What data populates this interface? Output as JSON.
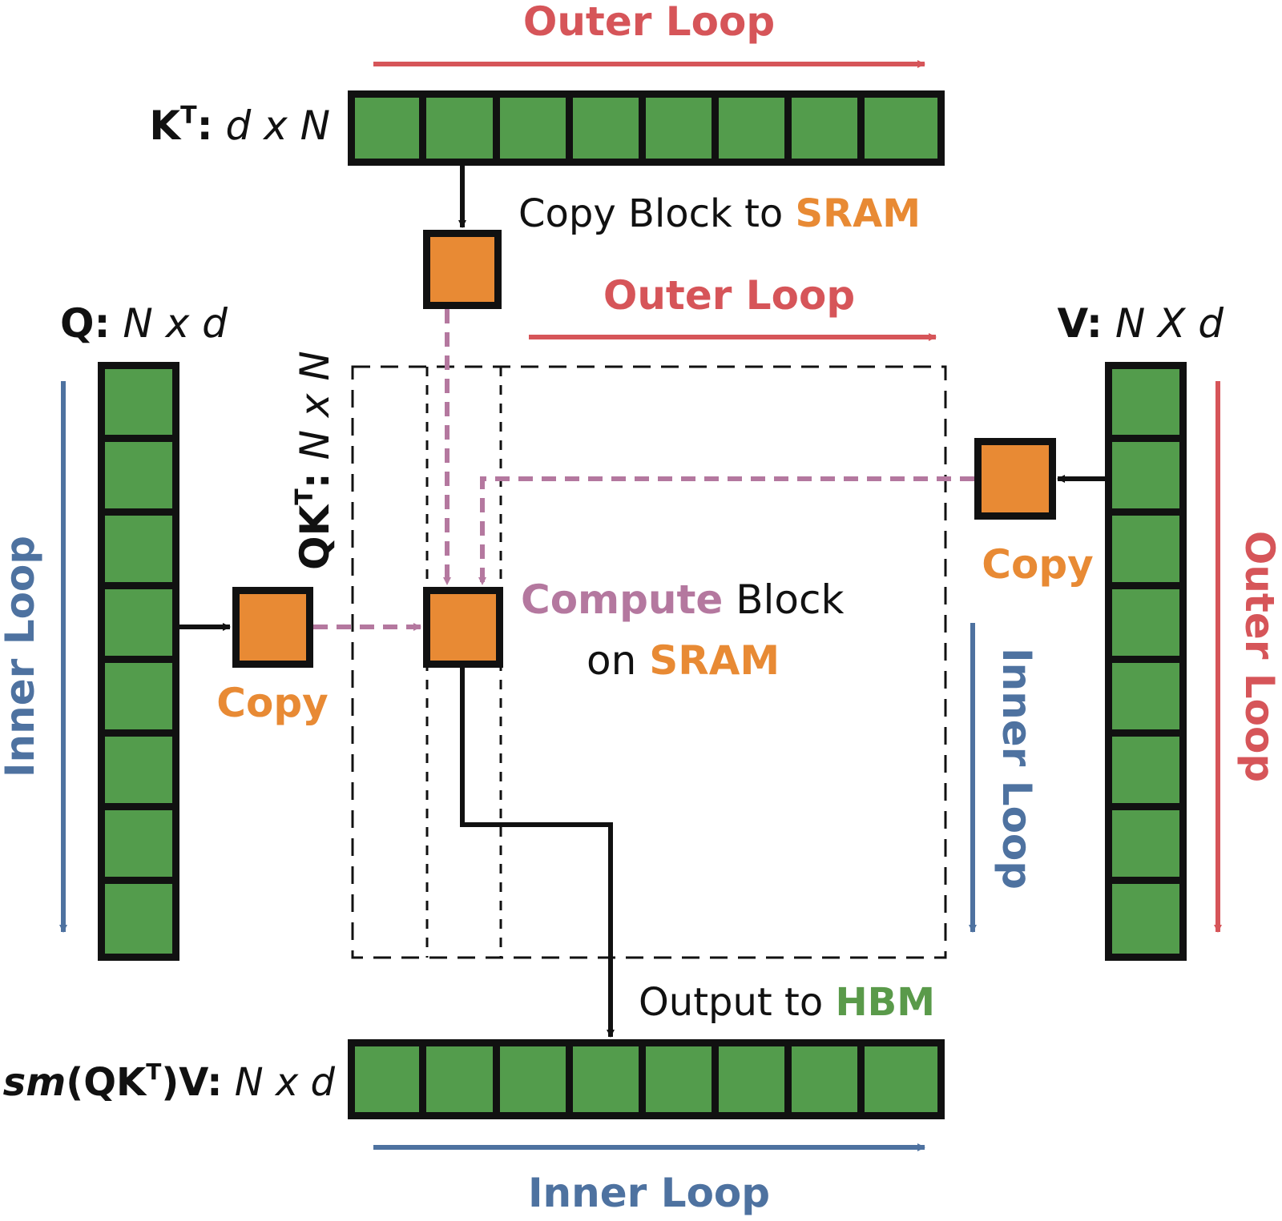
{
  "colors": {
    "cell_green": "#539c4c",
    "block_orange": "#e88a34",
    "outer_loop_red": "#d65559",
    "inner_loop_blue": "#4e72a0",
    "compute_purple": "#b4789f",
    "hbm_green": "#5a9a4a",
    "ink": "#111111"
  },
  "labels": {
    "kt": {
      "name": "K",
      "sup": "T",
      "colon": ":",
      "dims": " d x N"
    },
    "q": {
      "name": "Q:",
      "dims": " N x d"
    },
    "v": {
      "name": "V:",
      "dims": " N X d"
    },
    "qkt": {
      "name": "QK",
      "sup": "T",
      "colon": ":",
      "dims": " N x N"
    },
    "output": {
      "fn": "sm",
      "open": "(QK",
      "sup": "T",
      "close": ")V:",
      "dims": " N x d"
    }
  },
  "annotations": {
    "outer_loop_top": "Outer Loop",
    "outer_loop_mid": "Outer Loop",
    "outer_loop_right": "Outer Loop",
    "inner_loop_left": "Inner Loop",
    "inner_loop_right": "Inner Loop",
    "inner_loop_bottom": "Inner Loop",
    "copy_block_prefix": "Copy Block to ",
    "copy_block_target": "SRAM",
    "copy_left": "Copy",
    "copy_right": "Copy",
    "compute_word": "Compute",
    "compute_rest": " Block",
    "compute_on": "on ",
    "compute_target": "SRAM",
    "output_prefix": "Output to ",
    "output_target": "HBM"
  }
}
